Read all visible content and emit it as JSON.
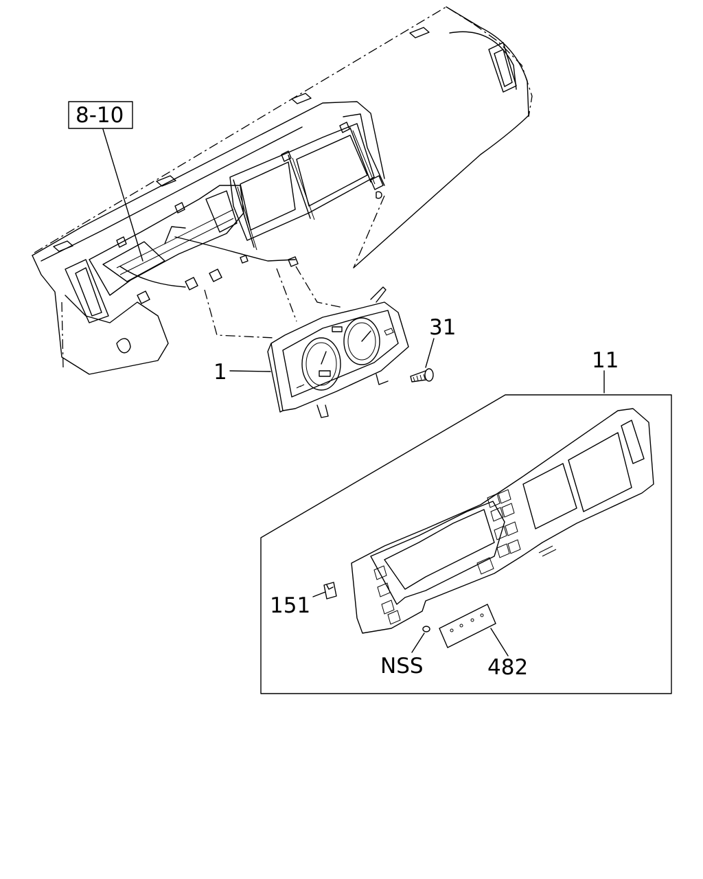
{
  "callouts": {
    "ref_8_10": "8-10",
    "part_1": "1",
    "part_31": "31",
    "part_11": "11",
    "part_151": "151",
    "part_nss": "NSS",
    "part_482": "482"
  }
}
